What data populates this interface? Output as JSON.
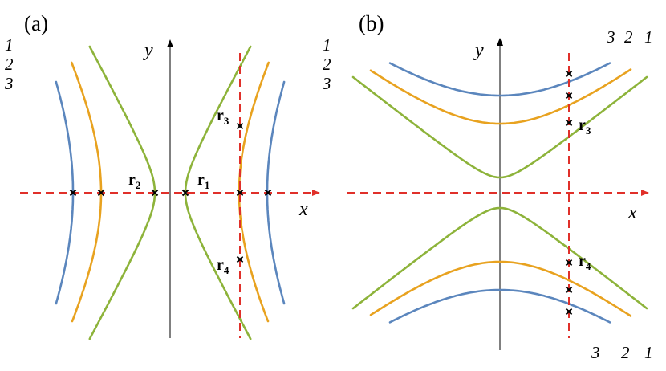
{
  "figure": {
    "panels": [
      {
        "id": "a",
        "label": "(a)",
        "x_axis_label": "x",
        "y_axis_label": "y",
        "orientation": "horizontal-opening",
        "curves": [
          {
            "number": "1",
            "color": "#8db33a"
          },
          {
            "number": "2",
            "color": "#e8a21f"
          },
          {
            "number": "3",
            "color": "#5b86bd"
          }
        ],
        "point_labels": [
          {
            "letter": "r",
            "sub": "3"
          },
          {
            "letter": "r",
            "sub": "2"
          },
          {
            "letter": "r",
            "sub": "1"
          },
          {
            "letter": "r",
            "sub": "4"
          }
        ]
      },
      {
        "id": "b",
        "label": "(b)",
        "x_axis_label": "x",
        "y_axis_label": "y",
        "orientation": "vertical-opening",
        "curves": [
          {
            "number": "1",
            "color": "#8db33a"
          },
          {
            "number": "2",
            "color": "#e8a21f"
          },
          {
            "number": "3",
            "color": "#5b86bd"
          }
        ],
        "point_labels": [
          {
            "letter": "r",
            "sub": "3"
          },
          {
            "letter": "r",
            "sub": "4"
          }
        ]
      }
    ],
    "colors": {
      "guide_line": "#e0302a",
      "axis": "#000000",
      "marker": "#000000"
    }
  }
}
